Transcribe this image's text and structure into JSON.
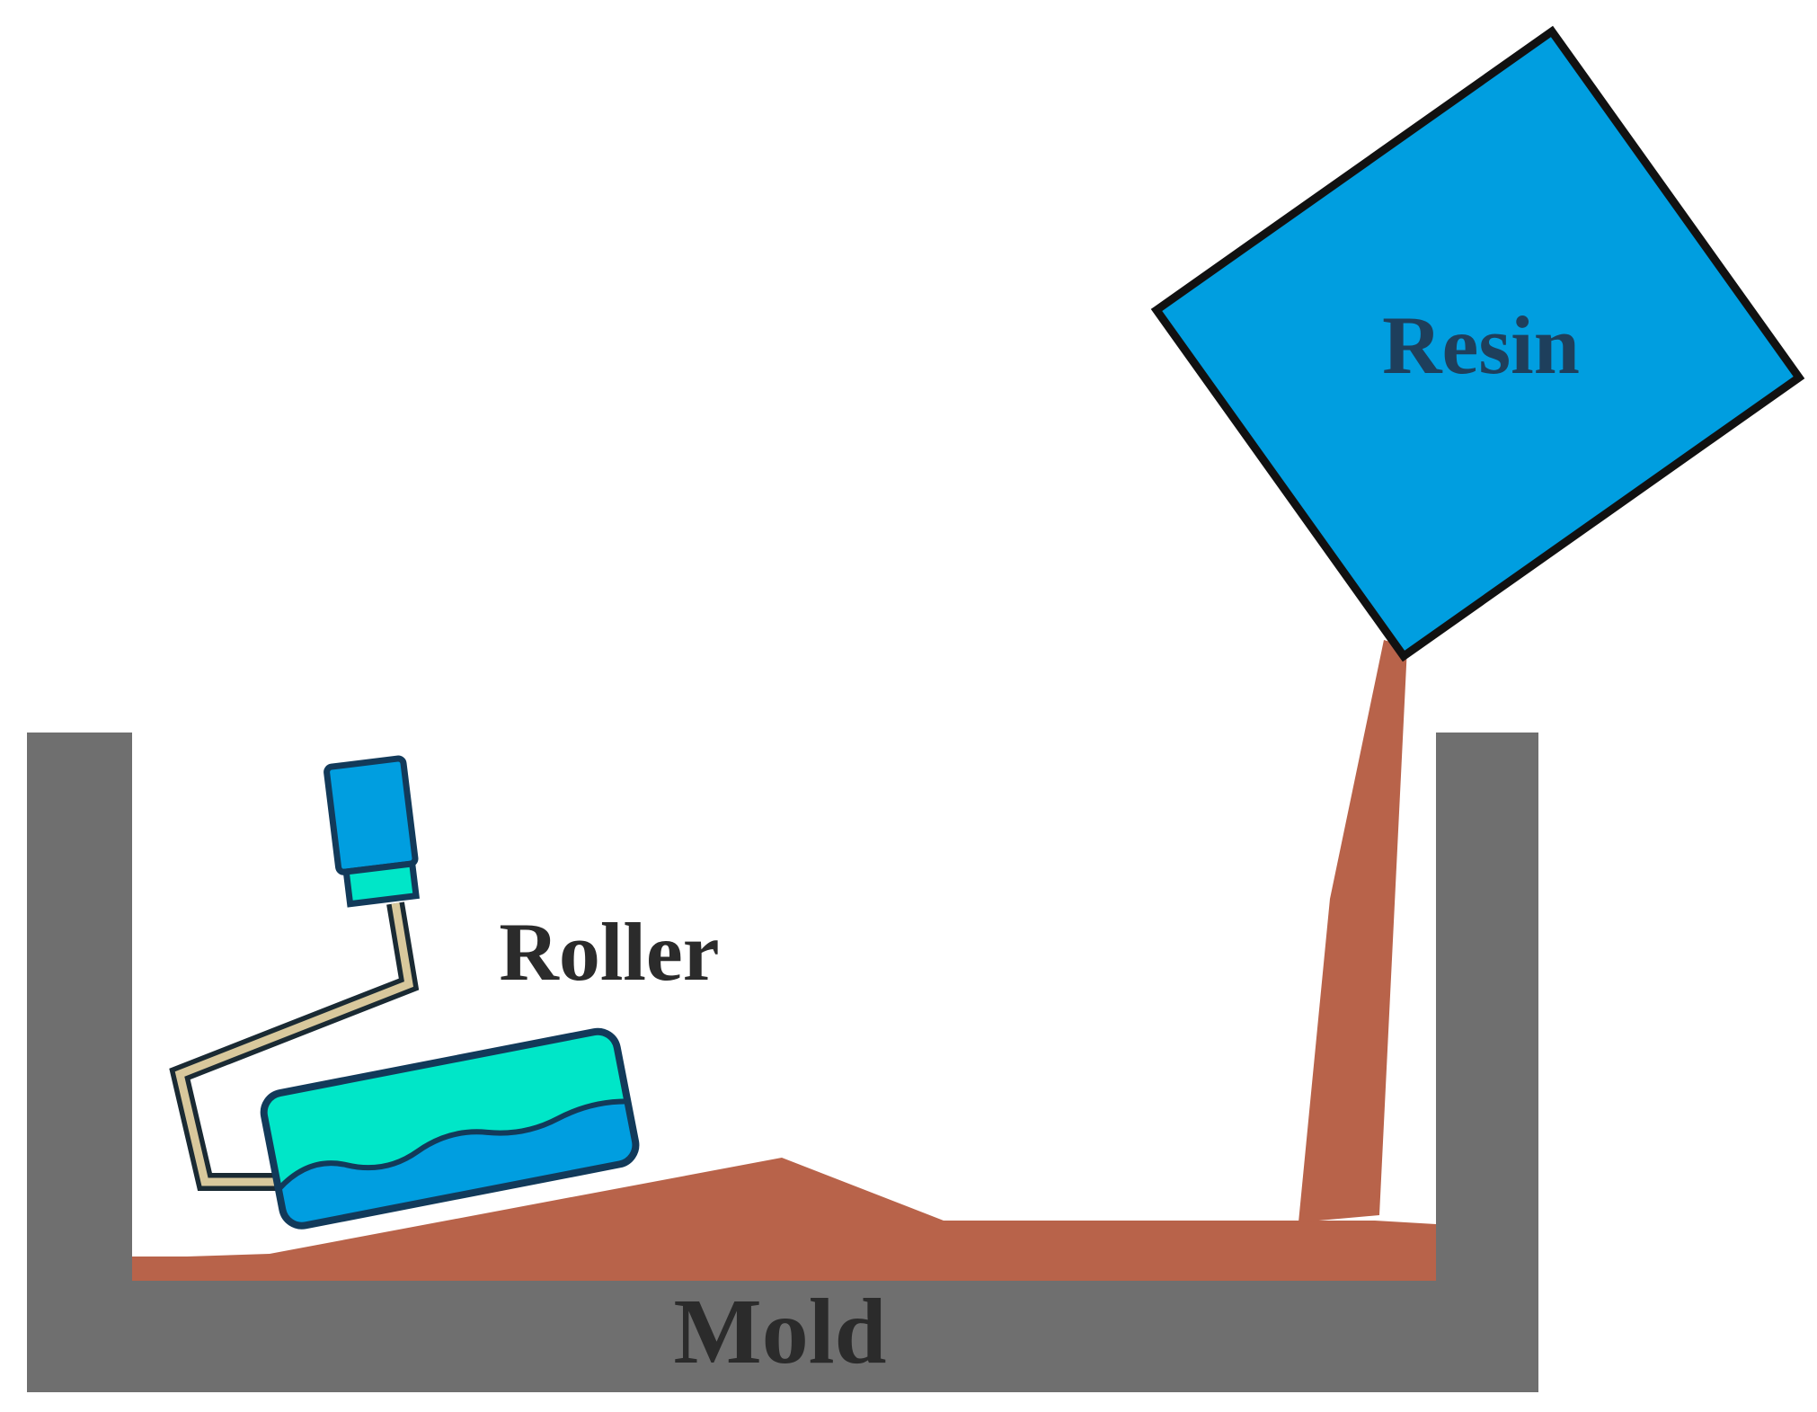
{
  "labels": {
    "resin": "Resin",
    "roller": "Roller",
    "mold": "Mold"
  },
  "colors": {
    "mold": "#6f6f6f",
    "resin_container": "#009ee0",
    "resin_flow": "#b8634a",
    "roller_body": "#00e6c8",
    "roller_handle": "#009ee0",
    "roller_handle_collar": "#00e6c8",
    "roller_arm": "#d8c89c",
    "outline": "#123a5a"
  },
  "icons": {
    "roller": "paint-roller-icon",
    "resin_container": "resin-bucket-icon"
  }
}
